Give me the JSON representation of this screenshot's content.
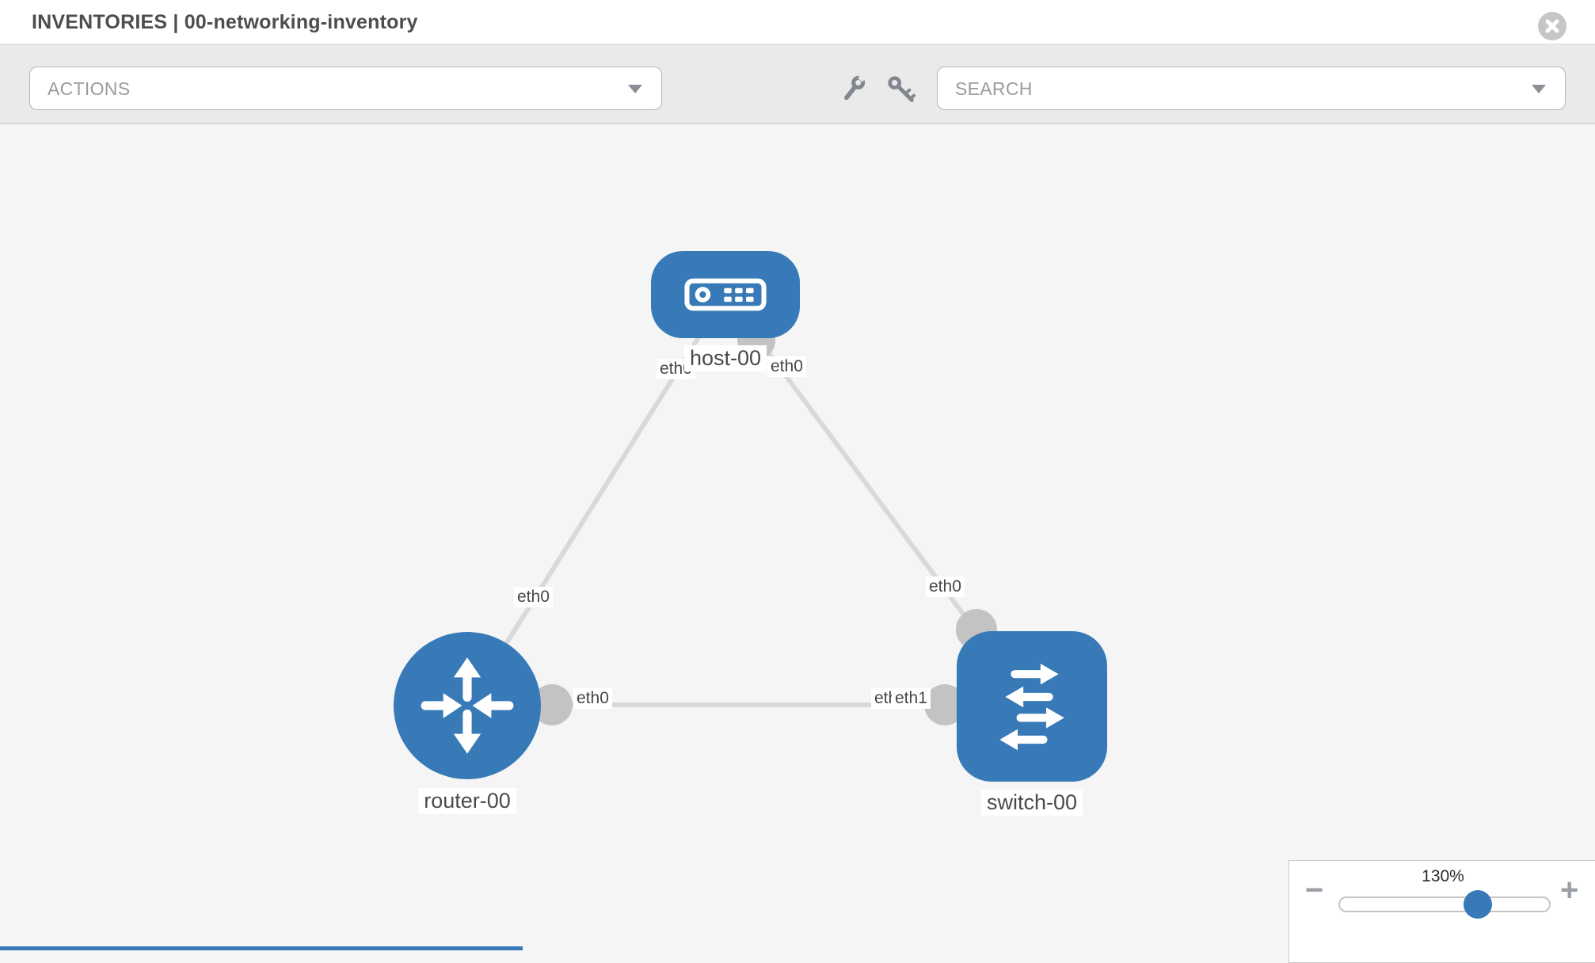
{
  "colors": {
    "accent_blue": "#377ab7",
    "canvas_bg": "#f5f5f5",
    "toolbar_bg": "#eaeaea",
    "link_gray": "#d9d9d9",
    "connector_gray": "#c3c3c3",
    "muted_text": "#9b9b9b",
    "title_text": "#4d4d4d"
  },
  "header": {
    "title": "INVENTORIES | 00-networking-inventory",
    "close_icon": "circle-x-icon"
  },
  "toolbar": {
    "actions_label": "ACTIONS",
    "search_label": "SEARCH",
    "tool_icons": [
      "wrench-icon",
      "key-icon"
    ]
  },
  "topology": {
    "nodes": [
      {
        "type": "host",
        "label": "host-00"
      },
      {
        "type": "router",
        "label": "router-00"
      },
      {
        "type": "switch",
        "label": "switch-00"
      }
    ],
    "links": [
      {
        "from": "host-00",
        "to": "router-00",
        "labels": {
          "host_side": "eth0",
          "router_side": "eth0"
        }
      },
      {
        "from": "host-00",
        "to": "switch-00",
        "labels": {
          "host_side": "eth0",
          "switch_side": "eth0"
        }
      },
      {
        "from": "router-00",
        "to": "switch-00",
        "labels": {
          "router_side": "eth0",
          "switch_side_under": "eth0",
          "switch_side_over": "eth1"
        }
      }
    ]
  },
  "zoom_control": {
    "level": "130%",
    "minus_label": "−",
    "plus_label": "+"
  }
}
